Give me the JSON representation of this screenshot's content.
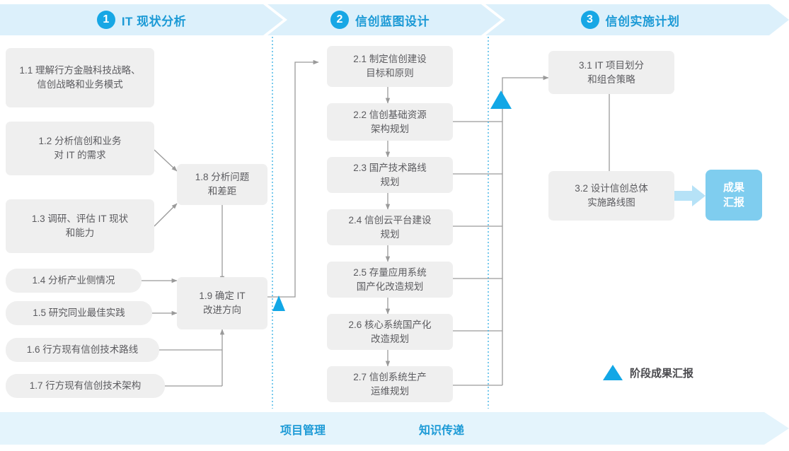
{
  "phases": [
    {
      "num": "1",
      "title": "IT 现状分析"
    },
    {
      "num": "2",
      "title": "信创蓝图设计"
    },
    {
      "num": "3",
      "title": "信创实施计划"
    }
  ],
  "boxes": [
    {
      "id": "1.1",
      "label": "1.1 理解行方金融科技战略、\n信创战略和业务模式"
    },
    {
      "id": "1.2",
      "label": "1.2 分析信创和业务\n对 IT 的需求"
    },
    {
      "id": "1.3",
      "label": "1.3 调研、评估 IT 现状\n和能力"
    },
    {
      "id": "1.4",
      "label": "1.4 分析产业侧情况"
    },
    {
      "id": "1.5",
      "label": "1.5 研究同业最佳实践"
    },
    {
      "id": "1.6",
      "label": "1.6 行方现有信创技术路线"
    },
    {
      "id": "1.7",
      "label": "1.7 行方现有信创技术架构"
    },
    {
      "id": "1.8",
      "label": "1.8 分析问题\n和差距"
    },
    {
      "id": "1.9",
      "label": "1.9 确定 IT\n改进方向"
    },
    {
      "id": "2.1",
      "label": "2.1 制定信创建设\n目标和原则"
    },
    {
      "id": "2.2",
      "label": "2.2 信创基础资源\n架构规划"
    },
    {
      "id": "2.3",
      "label": "2.3 国产技术路线\n规划"
    },
    {
      "id": "2.4",
      "label": "2.4 信创云平台建设\n规划"
    },
    {
      "id": "2.5",
      "label": "2.5 存量应用系统\n国产化改造规划"
    },
    {
      "id": "2.6",
      "label": "2.6 核心系统国产化\n改造规划"
    },
    {
      "id": "2.7",
      "label": "2.7 信创系统生产\n运维规划"
    },
    {
      "id": "3.1",
      "label": "3.1 IT 项目划分\n和组合策略"
    },
    {
      "id": "3.2",
      "label": "3.2 设计信创总体\n实施路线图"
    }
  ],
  "result_badge": {
    "label": "成果\n汇报"
  },
  "legend": {
    "label": "阶段成果汇报"
  },
  "bottom": {
    "labels": [
      "项目管理",
      "知识传递"
    ]
  },
  "colors": {
    "band": "#DCF0FB",
    "accent": "#17A7E5",
    "title_text": "#1C9AD6",
    "box_fill": "#EFEFEF",
    "box_text": "#5B5B5F",
    "badge_fill": "#7FCDEF",
    "connector": "#9A9A9A",
    "divider": "#3FB3E5",
    "bottom_band": "#E4F4FC"
  }
}
